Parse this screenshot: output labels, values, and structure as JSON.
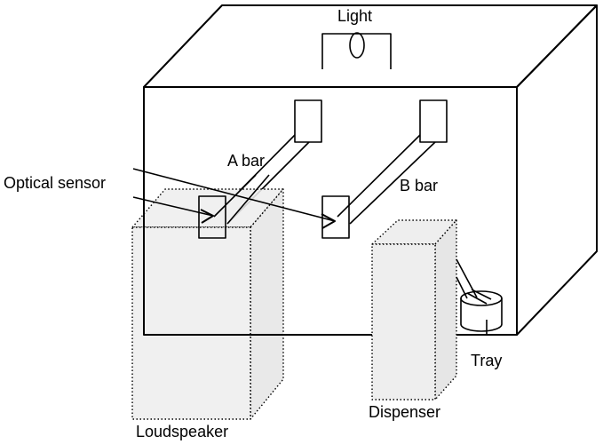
{
  "labels": {
    "light": "Light",
    "a_bar": "A bar",
    "b_bar": "B bar",
    "optical_sensor": "Optical sensor",
    "dispenser": "Dispenser",
    "tray": "Tray",
    "loudspeaker": "Loudspeaker"
  },
  "colors": {
    "stroke": "#000000",
    "dotted_box_fill": "#eeeeee",
    "background": "#ffffff"
  }
}
